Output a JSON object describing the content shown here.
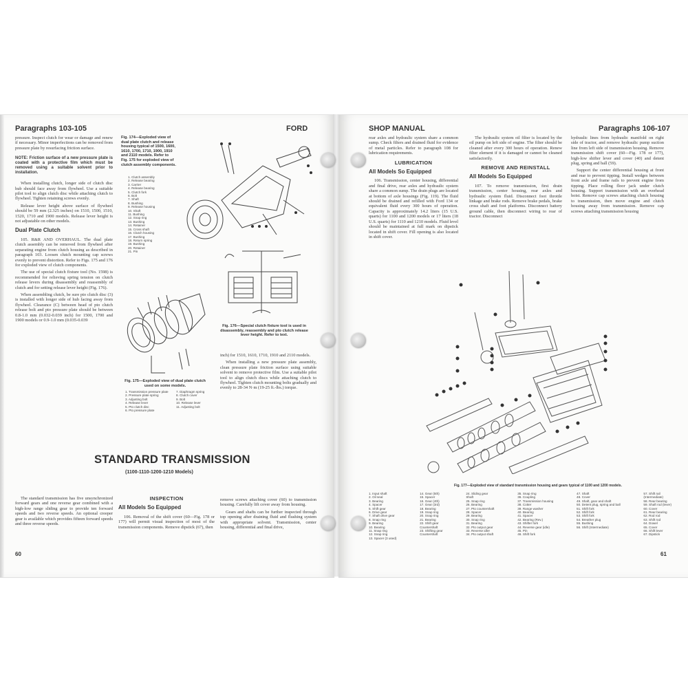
{
  "left_page": {
    "running_head_left": "Paragraphs 103-105",
    "running_head_right": "FORD",
    "page_number": "60",
    "col1": {
      "p1": "pressure. Inspect clutch for wear or damage and renew if necessary. Minor imperfections can be removed from pressure plate by resurfacing friction surface.",
      "note": "NOTE: Friction surface of a new pressure plate is coated with a protective film which must be removed using a suitable solvent prior to installation.",
      "p2": "When installing clutch, longer side of clutch disc hub should face away from flywheel. Use a suitable pilot tool to align clutch disc while attaching clutch to flywheel. Tighten retaining screws evenly.",
      "p3": "Release lever height above surface of flywheel should be 59 mm (2.325 inches) on 1510, 1500, 1510, 1520, 1710 and 1900 models. Release lever height is not adjustable on other models.",
      "heading_dual": "Dual Plate Clutch",
      "p4": "105. R&R AND OVERHAUL. The dual plate clutch assembly can be removed from flywheel after separating engine from clutch housing as described in paragraph 103. Loosen clutch mounting cap screws evenly to prevent distortion. Refer to Figs. 175 and 176 for exploded view of clutch components.",
      "p5": "The use of special clutch fixture tool (No. 1598) is recommended for relieving spring tension on clutch release levers during disassembly and reassembly of clutch and for setting release lever height (Fig. 176).",
      "p6": "When assembling clutch, be sure pto clutch disc (3) is installed with longer side of hub facing away from flywheel. Clearance (C) between head of pto clutch release bolt and pto pressure plate should be between 0.8-1.0 mm (0.032-0.039 inch) for 1500, 1700 and 1900 models or 0.9-1.0 mm (0.035-0.039"
    },
    "fig174": {
      "caption": "Fig. 174—Exploded view of dual plate clutch and release housing typical of 1500, 1600, 1610, 1700, 1710, 1900, 1910 and 2110 models. Refer to Fig. 175 for exploded view of clutch assembly components.",
      "legend": [
        "1. Clutch assembly",
        "2. Release bearing",
        "3. Carrier",
        "4. Release bearing",
        "5. Clutch fork",
        "6. Bolt",
        "7. Shaft",
        "8. Bushing",
        "9. Release housing",
        "10. Shaft",
        "11. Bushing",
        "12. Snap ring",
        "13. Bushing",
        "14. Retainer",
        "15. Cross shaft",
        "16. Clutch housing",
        "17. Bushing",
        "18. Return spring",
        "19. Bushing",
        "20. Retainer",
        "21. Pin"
      ]
    },
    "fig175": {
      "caption": "Fig. 175—Exploded view of dual plate clutch used on some models.",
      "legend_a": [
        "1. Transmission pressure plate",
        "2. Pressure plate spring",
        "3. Adjusting bolt",
        "4. Release lever",
        "5. Pto clutch disc",
        "6. Pto pressure plate"
      ],
      "legend_b": [
        "7. Diaphragm spring",
        "8. Clutch cover",
        "9. Bolt",
        "10. Release lever",
        "11. Adjusting bolt"
      ]
    },
    "fig176": {
      "caption": "Fig. 176—Special clutch fixture tool is used in disassembly, reassembly and pto clutch release lever height. Refer to text."
    },
    "col3": {
      "p1": "inch) for 1510, 1610, 1710, 1910 and 2110 models.",
      "p2": "When installing a new pressure plate assembly, clean pressure plate friction surface using suitable solvent to remove protective film. Use a suitable pilot tool to align clutch discs while attaching clutch to flywheel. Tighten clutch mounting bolts gradually and evenly to 28-34 N·m (19-25 ft.-lbs.) torque."
    },
    "section": {
      "title": "STANDARD TRANSMISSION",
      "subtitle": "(1100-1110-1200-1210 Models)",
      "intro": "The standard transmission has five unsynchronized forward gears and one reverse gear combined with a high-low range sliding gear to provide ten forward speeds and two reverse speeds. An optional creeper gear is available which provides fifteen forward speeds and three reverse speeds.",
      "inspection_heading": "INSPECTION",
      "all_models": "All Models So Equipped",
      "p106": "106. Removal of the shift cover (60—Fig. 178 or 177) will permit visual inspection of most of the transmission components. Remove dipstick (67), then",
      "p106b": "remove screws attaching cover (60) to transmission housing. Carefully lift cover away from housing.",
      "p106c": "Gears and shafts can be further inspected through top opening after draining fluid and flushing system with appropriate solvent. Transmission, center housing, differential and final drive,"
    }
  },
  "right_page": {
    "running_head_left": "SHOP MANUAL",
    "running_head_right": "Paragraphs 106-107",
    "page_number": "61",
    "col1": {
      "p0": "rear axles and hydraulic system share a common sump. Check filters and drained fluid for evidence of metal particles. Refer to paragraph 108 for lubrication requirements.",
      "lub_heading": "LUBRICATION",
      "all_models": "All Models So Equipped",
      "p1": "106. Transmission, center housing, differential and final drive, rear axles and hydraulic system share a common sump. The drain plugs are located at bottom of axle housings (Fig. 119). The fluid should be drained and refilled with Ford 134 or equivalent fluid every 300 hours of operation. Capacity is approximately 14.2 liters (15 U.S. quarts) for 1100 and 1200 models or 17 liters (18 U.S. quarts) for 1110 and 1210 models. Fluid level should be maintained at full mark on dipstick located in shift cover. Fill opening is also located in shift cover."
    },
    "col2": {
      "p0": "The hydraulic system oil filter is located by the oil pump on left side of engine. The filter should be cleaned after every 300 hours of operation. Renew filter element if it is damaged or cannot be cleaned satisfactorily.",
      "rr_heading": "REMOVE AND REINSTALL",
      "all_models": "All Models So Equipped",
      "p1": "107. To remove transmission, first drain transmission, center housing, rear axles and hydraulic system fluid. Disconnect foot throttle linkage and brake rods. Remove brake pedals, brake cross shaft and foot platforms. Disconnect battery ground cable, then disconnect wiring to rear of tractor. Disconnect"
    },
    "col3": {
      "p0": "hydraulic lines from hydraulic manifold on right side of tractor, and remove hydraulic pump suction line from left side of transmission housing. Remove transmission shift cover (60—Fig. 178 or 177), high-low shifter lever and cover (40) and detent plug, spring and ball (59).",
      "p1": "Support the center differential housing at front and rear to prevent tipping. Install wedges between front axle and frame rails to prevent engine from tipping. Place rolling floor jack under clutch housing. Support transmission with an overhead hoist. Remove cap screws attaching clutch housing to transmission, then move engine and clutch housing away from transmission. Remove cap screws attaching transmission housing"
    },
    "fig177": {
      "caption": "Fig. 177—Exploded view of standard transmission housing and gears typical of 1100 and 1200 models.",
      "legend_cols": [
        [
          "1. Input shaft",
          "2. Oil seal",
          "3. Bearing",
          "4. Spacer",
          "5. Shift gear",
          "6. Drive gear",
          "7. Shaft drive gear",
          "8. Snap ring",
          "9. Bearing",
          "10. Bearing",
          "11. Snap ring",
          "12. Snap ring",
          "13. Spacer (3 used)"
        ],
        [
          "14. Gear (5th)",
          "15. Spacer",
          "16. Gear (4th)",
          "17. Gear (3rd)",
          "18. Bearing",
          "19. Snap ring",
          "20. Snap ring",
          "21. Bearing",
          "22. Shift gear",
          "   Countershaft",
          "23. Shifting gear",
          "   Countershaft"
        ],
        [
          "24. Sliding gear",
          "   Shaft",
          "25. Snap ring",
          "26. Bearing",
          "27. Pto countershaft",
          "28. Spacer",
          "29. Bearing",
          "30. Snap ring",
          "31. Bearing",
          "32. Pto output gear",
          "33. Reverse idler",
          "34. Pto output shaft"
        ],
        [
          "35. Snap ring",
          "36. Coupling",
          "37. Transmission housing",
          "38. Cotter",
          "39. Range washer",
          "40. Bearing",
          "41. Spacer",
          "42. Bearing (Rev.)",
          "43. Shifter fork",
          "44. Reverse gear (idle)",
          "45. Pin",
          "46. Shift fork"
        ],
        [
          "47. Shaft",
          "48. Cover",
          "49. Shaft, gear and shaft",
          "50. Detent plug, spring and ball",
          "51. Shift fork",
          "52. Shift fork",
          "53. Shift fork",
          "54. Breather plug",
          "55. Bushing",
          "56. Shift (Intermediate)"
        ],
        [
          "57. Shift rail",
          "   (Intermediate)",
          "58. Rear bearing",
          "59. Shaft rod (lever)",
          "60. Cover",
          "61. Rear bearing",
          "62. Rod rod",
          "63. Shift rod",
          "64. Dowel",
          "65. Cover",
          "66. Shift lever",
          "67. Dipstick"
        ]
      ]
    }
  }
}
